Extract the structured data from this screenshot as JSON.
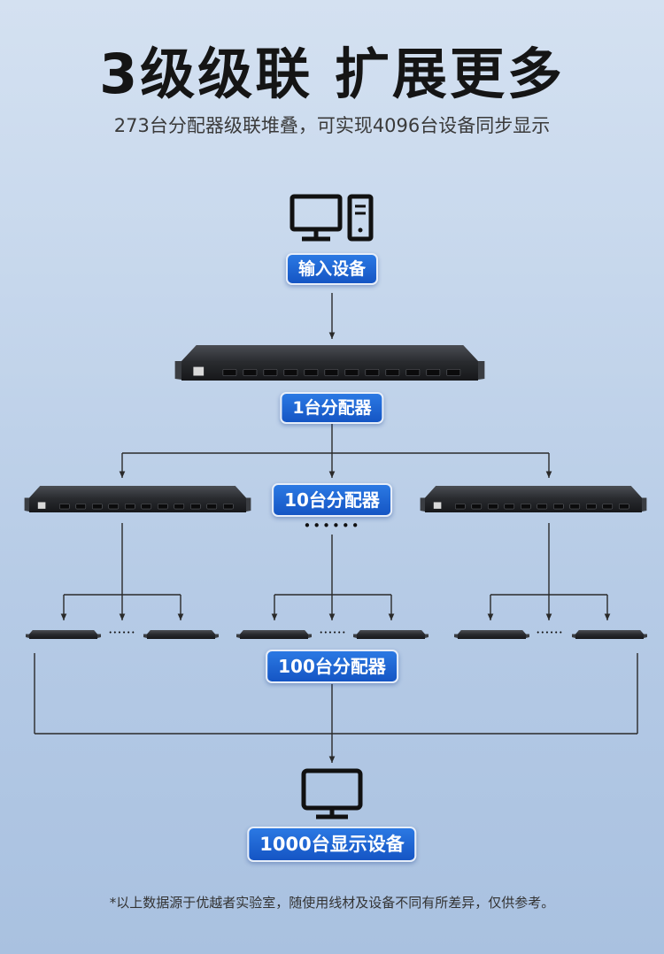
{
  "title": "3级级联 扩展更多",
  "subtitle": "273台分配器级联堆叠，可实现4096台设备同步显示",
  "nodes": {
    "input": "输入设备",
    "level1": "1台分配器",
    "level2": "10台分配器",
    "level3": "100台分配器",
    "output": "1000台显示设备"
  },
  "icons": {
    "input": [
      "monitor-icon",
      "pc-tower-icon"
    ],
    "output": [
      "monitor-icon"
    ]
  },
  "ellipsis": {
    "large": "••••••",
    "small": "••••••"
  },
  "footnote": "*以上数据源于优越者实验室，随使用线材及设备不同有所差异，仅供参考。",
  "colors": {
    "accent": "#1f66d6",
    "line": "#2a2a2a",
    "device": "#2b2d31"
  }
}
